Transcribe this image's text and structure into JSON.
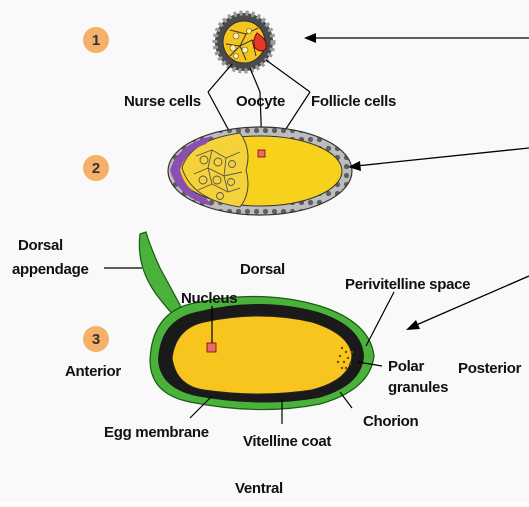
{
  "stages": [
    {
      "number": "1"
    },
    {
      "number": "2"
    },
    {
      "number": "3"
    }
  ],
  "labels": {
    "nurse_cells": "Nurse cells",
    "oocyte": "Oocyte",
    "follicle_cells": "Follicle cells",
    "dorsal_appendage_1": "Dorsal",
    "dorsal_appendage_2": "appendage",
    "dorsal": "Dorsal",
    "nucleus": "Nucleus",
    "perivitelline_space": "Perivitelline space",
    "anterior": "Anterior",
    "polar_granules_1": "Polar",
    "polar_granules_2": "granules",
    "posterior": "Posterior",
    "chorion": "Chorion",
    "egg_membrane": "Egg membrane",
    "vitelline_coat": "Vitelline coat",
    "ventral": "Ventral"
  },
  "colors": {
    "stage_badge": "#f5b06a",
    "yolk": "#f7c51d",
    "nurse_cell": "#f5d23a",
    "follicle_cell": "#666666",
    "oocyte_nucleus": "#e23a2a",
    "nucleus": "#e86a6a",
    "chorion_green": "#4ab23a",
    "membrane_dark": "#1a1a1a",
    "purple_layer": "#8a4fb0"
  }
}
